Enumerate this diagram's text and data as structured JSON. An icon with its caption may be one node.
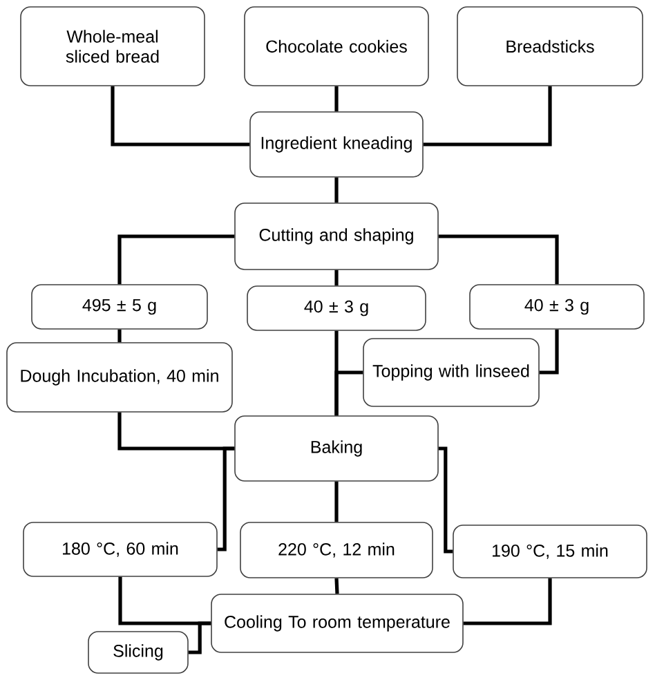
{
  "diagram": {
    "nodes": [
      {
        "text": [
          "Whole-meal sliced bread"
        ]
      },
      {
        "text": [
          "Chocolate cookies"
        ]
      },
      {
        "text": [
          "Breadsticks"
        ]
      },
      {
        "text": [
          "Ingredient kneading"
        ]
      },
      {
        "text": [
          "Cutting and shaping"
        ]
      },
      {
        "text": [
          "495 ± 5 g"
        ]
      },
      {
        "text": [
          "40 ± 3 g"
        ]
      },
      {
        "text": [
          "40 ± 3 g"
        ]
      },
      {
        "text": [
          "Dough Incubation, 40 min"
        ]
      },
      {
        "text": [
          "Topping with linseed"
        ]
      },
      {
        "text": [
          "Baking"
        ]
      },
      {
        "text": [
          "180 °C, 60 min"
        ]
      },
      {
        "text": [
          "220 °C, 12 min"
        ]
      },
      {
        "text": [
          "190 °C, 15 min"
        ]
      },
      {
        "text": [
          "Cooling To room temperature"
        ]
      },
      {
        "text": [
          "Slicing"
        ]
      }
    ],
    "edges": [
      {
        "from": 0,
        "to": 3,
        "arrow": "none"
      },
      {
        "from": 1,
        "to": 3,
        "arrow": "none"
      },
      {
        "from": 2,
        "to": 3,
        "arrow": "none"
      },
      {
        "from": 3,
        "to": 4,
        "arrow": "none"
      },
      {
        "from": 4,
        "to": 5,
        "arrow": "none"
      },
      {
        "from": 4,
        "to": 6,
        "arrow": "none"
      },
      {
        "from": 4,
        "to": 7,
        "arrow": "none"
      },
      {
        "from": 5,
        "to": 8,
        "arrow": "none"
      },
      {
        "from": 6,
        "to": 10,
        "arrow": "none"
      },
      {
        "from": 7,
        "to": 9,
        "arrow": "none"
      },
      {
        "from": 9,
        "to": 10,
        "arrow": "none"
      },
      {
        "from": 8,
        "to": 10,
        "arrow": "none"
      },
      {
        "from": 10,
        "to": 11,
        "arrow": "none"
      },
      {
        "from": 10,
        "to": 12,
        "arrow": "none"
      },
      {
        "from": 10,
        "to": 13,
        "arrow": "none"
      },
      {
        "from": 11,
        "to": 14,
        "arrow": "none"
      },
      {
        "from": 12,
        "to": 14,
        "arrow": "none"
      },
      {
        "from": 13,
        "to": 14,
        "arrow": "none"
      },
      {
        "from": 14,
        "to": 15,
        "arrow": "none"
      }
    ]
  }
}
